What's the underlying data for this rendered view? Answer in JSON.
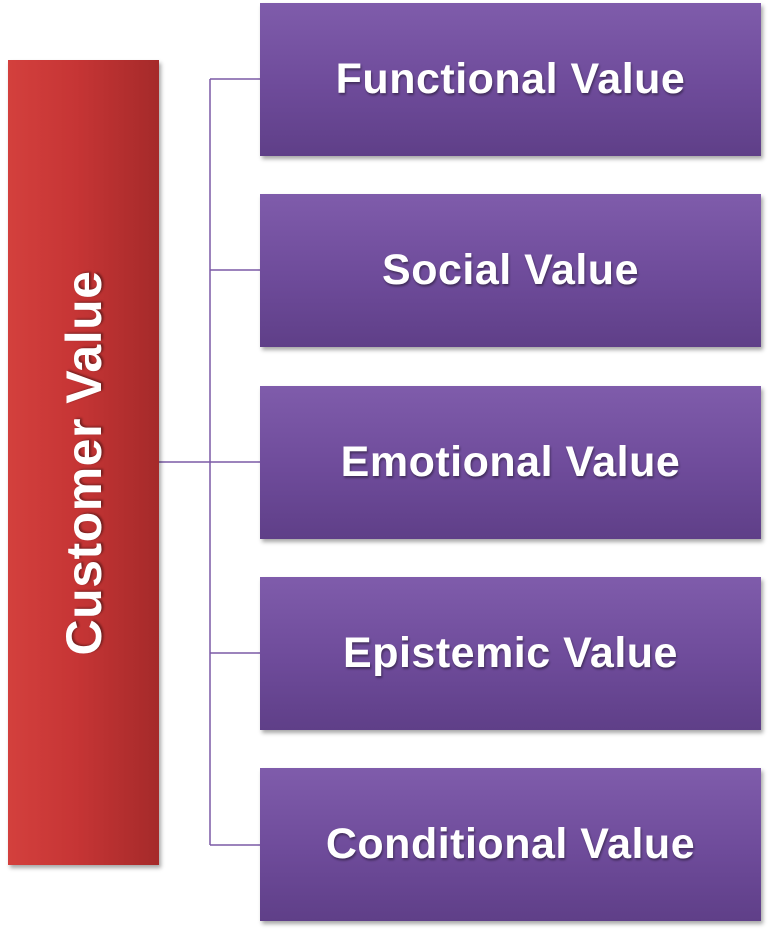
{
  "root": {
    "label": "Customer Value",
    "color": "#c63535"
  },
  "children": [
    {
      "label": "Functional Value"
    },
    {
      "label": "Social Value"
    },
    {
      "label": "Emotional Value"
    },
    {
      "label": "Epistemic Value"
    },
    {
      "label": "Conditional Value"
    }
  ],
  "colors": {
    "child_fill": "#6e4b9a",
    "connector": "#7b5aa6"
  }
}
